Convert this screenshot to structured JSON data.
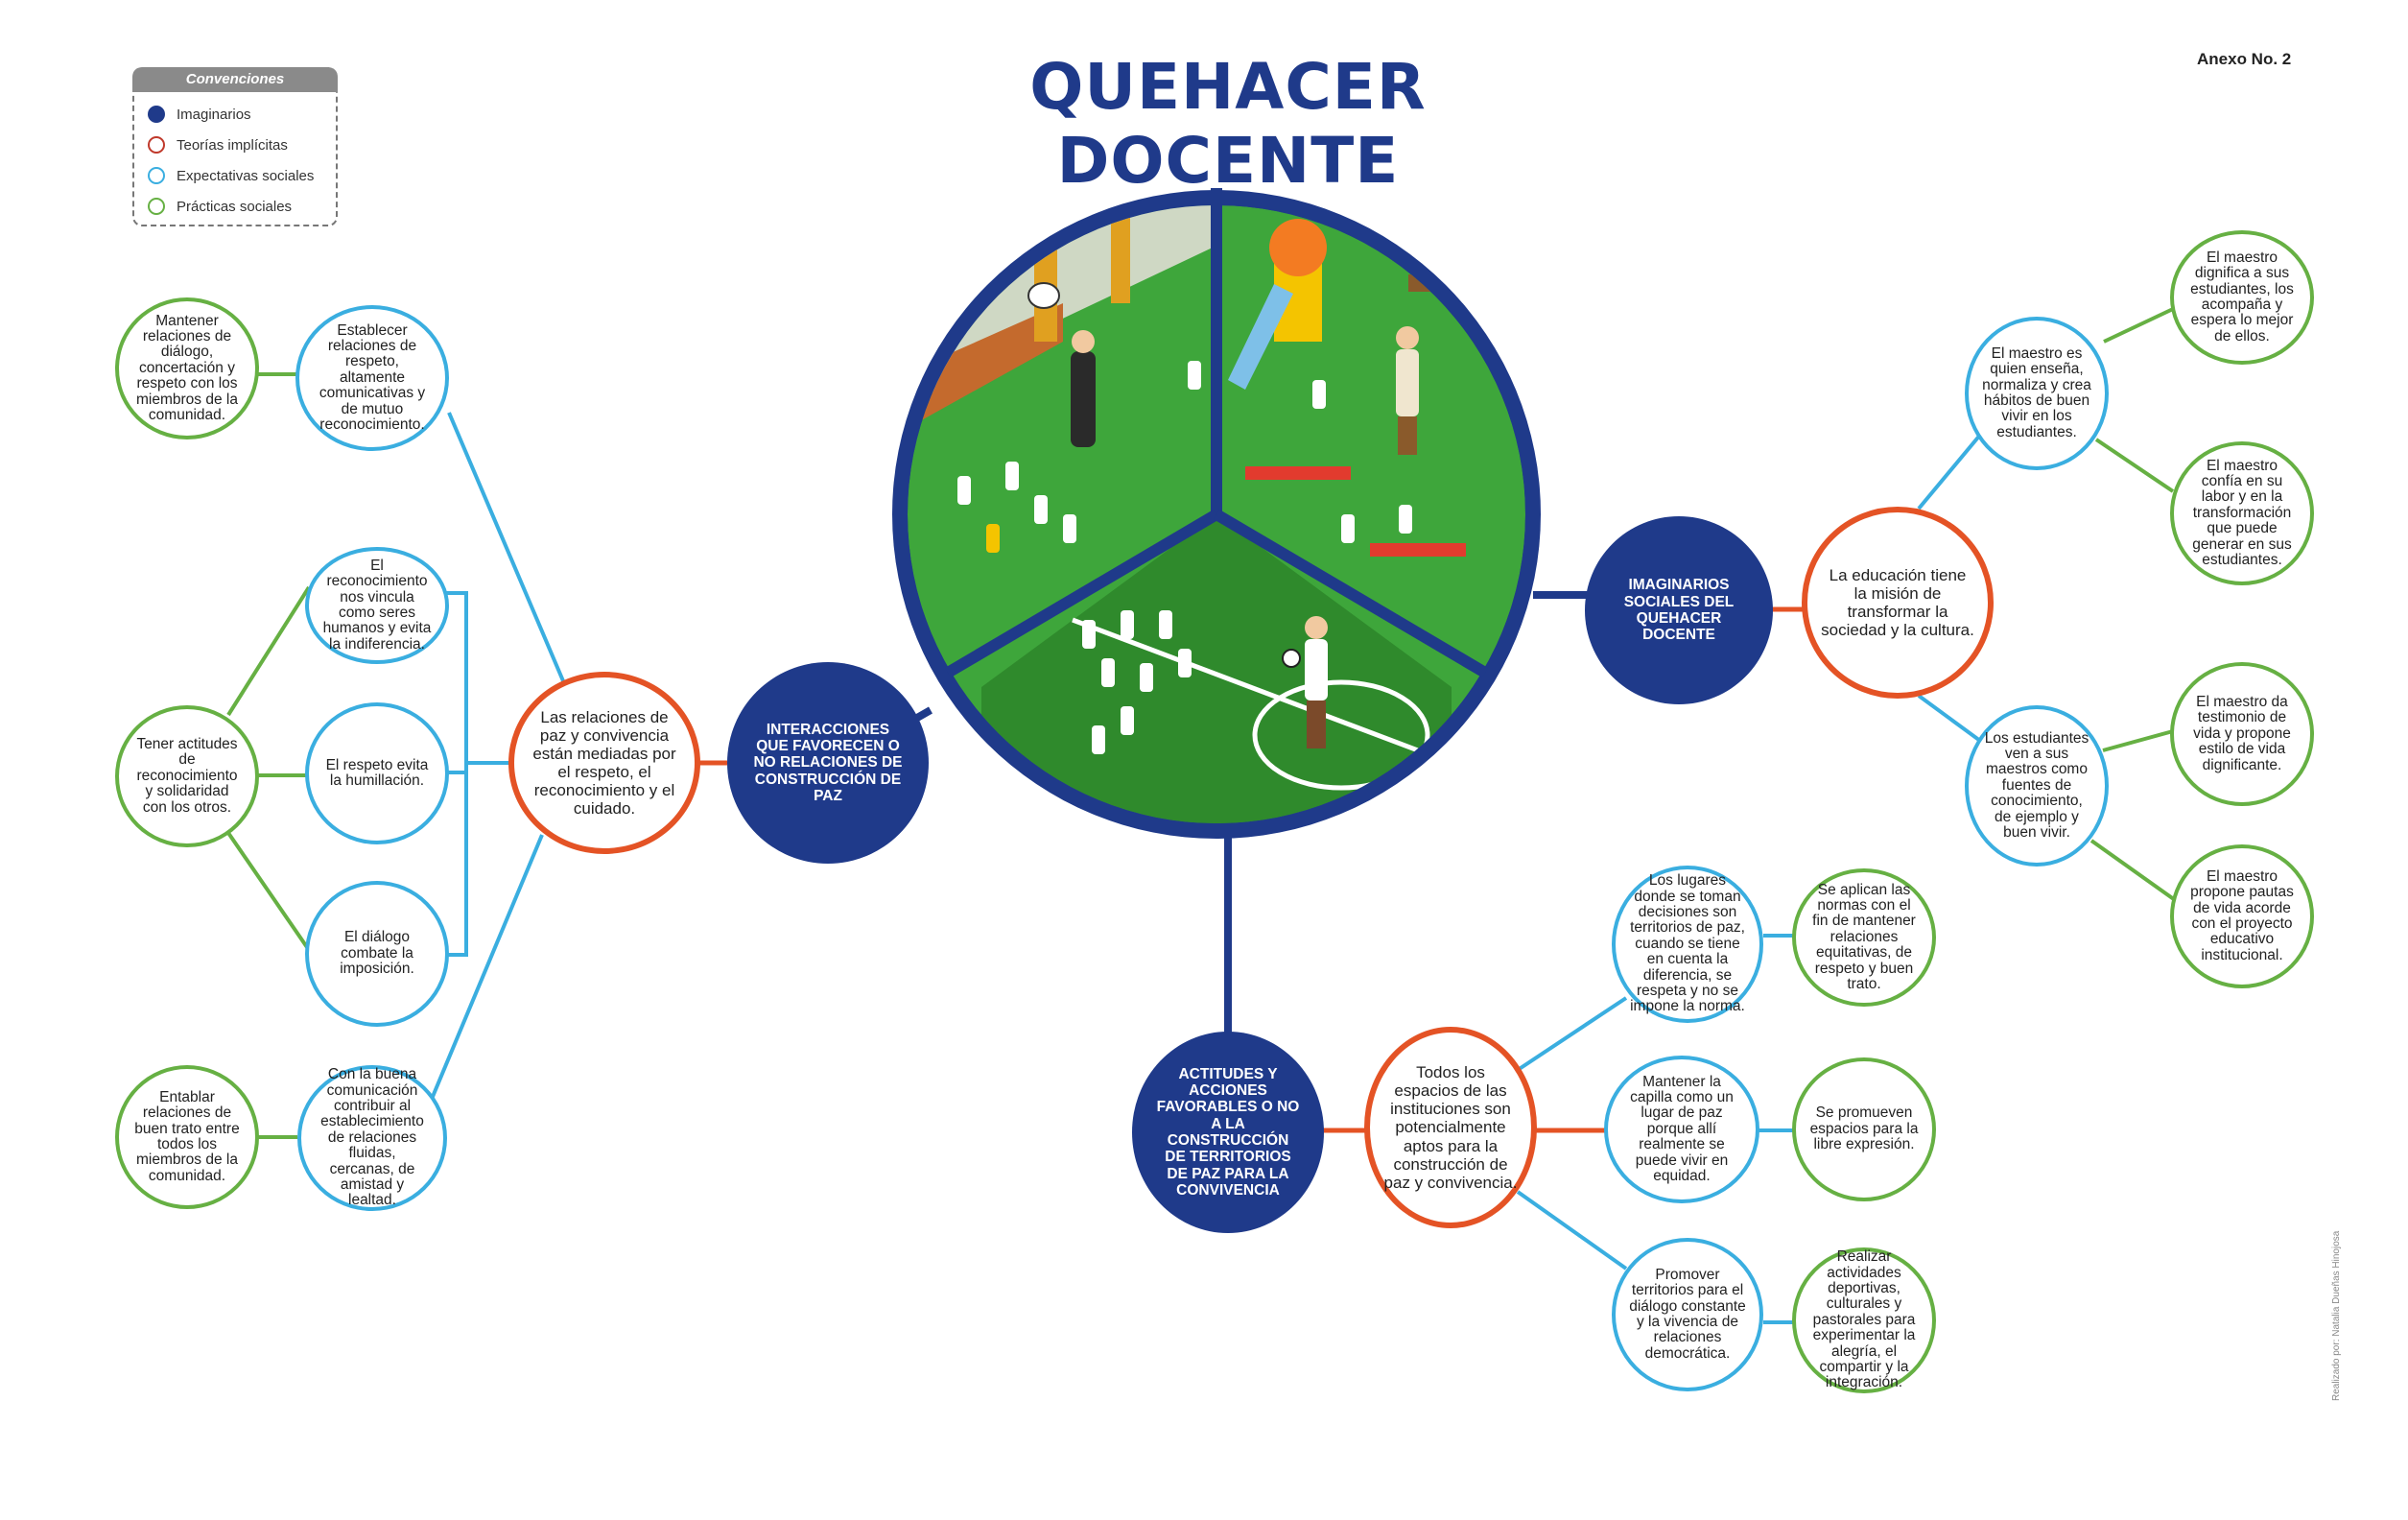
{
  "title": "QUEHACER DOCENTE",
  "annex": "Anexo No. 2",
  "credit": "Realizado por: Natalia Dueñas Hinojosa",
  "legend": {
    "title": "Convenciones",
    "items": [
      {
        "label": "Imaginarios",
        "style": "filled",
        "color": "#1f3a8a"
      },
      {
        "label": "Teorías implícitas",
        "style": "ring",
        "color": "#c0392b"
      },
      {
        "label": "Expectativas sociales",
        "style": "ring",
        "color": "#3aaee0"
      },
      {
        "label": "Prácticas sociales",
        "style": "ring",
        "color": "#66b043"
      }
    ]
  },
  "colors": {
    "imaginarios": "#1f3a8a",
    "teorias": "#e45325",
    "expectativas": "#3aaee0",
    "practicas": "#66b043",
    "grass": "#3ea63b",
    "hub_ring": "#1f3a8a"
  },
  "nodes": {
    "hub_imaginarios": "IMAGINARIOS SOCIALES DEL QUEHACER DOCENTE",
    "hub_interacciones": "INTERACCIONES QUE FAVORECEN O NO RELACIONES DE CONSTRUCCIÓN DE PAZ",
    "hub_actitudes": "ACTITUDES Y ACCIONES FAVORABLES O NO A LA CONSTRUCCIÓN DE TERRITORIOS DE PAZ PARA LA CONVIVENCIA",
    "teoria_educacion": "La educación tiene la misión de transformar la sociedad y la cultura.",
    "teoria_relaciones": "Las relaciones de paz y convivencia están mediadas por el respeto, el reconocimiento y el cuidado.",
    "teoria_espacios": "Todos los espacios de las instituciones son potencialmente aptos para la construcción de paz y convivencia.",
    "exp_maestro_ensena": "El maestro es quien enseña, normaliza y crea hábitos de buen vivir en los estudiantes.",
    "exp_estudiantes_ven": "Los estudiantes ven a sus maestros como fuentes de conocimiento, de ejemplo y buen vivir.",
    "exp_establecer": "Establecer relaciones de respeto, altamente comunicativas y de mutuo reconocimiento.",
    "exp_reconocimiento": "El reconocimiento nos vincula como seres humanos y evita la indiferencia.",
    "exp_respeto": "El respeto evita la humillación.",
    "exp_dialogo": "El diálogo combate la imposición.",
    "exp_comunicacion": "Con la buena comunicación contribuir al establecimiento de relaciones fluidas, cercanas, de amistad y lealtad.",
    "exp_lugares": "Los lugares donde se toman decisiones son territorios de paz, cuando se tiene en cuenta la diferencia, se respeta y no se impone la norma.",
    "exp_capilla": "Mantener la capilla como un lugar de paz porque allí realmente se puede vivir en equidad.",
    "exp_promover": "Promover territorios para el diálogo constante y la vivencia de relaciones democrática.",
    "prac_dignifica": "El maestro dignifica a sus estudiantes, los acompaña y espera lo mejor de ellos.",
    "prac_confia": "El maestro confía en su labor y en la transformación que puede generar en sus estudiantes.",
    "prac_testimonio": "El maestro da testimonio de vida y propone estilo de vida dignificante.",
    "prac_pautas": "El maestro propone pautas de vida acorde con el proyecto educativo institucional.",
    "prac_mantener": "Mantener relaciones de diálogo, concertación y respeto con los miembros de la comunidad.",
    "prac_actitudes": "Tener actitudes de reconocimiento y solidaridad con los otros.",
    "prac_entablar": "Entablar relaciones de buen trato entre todos los miembros de la comunidad.",
    "prac_normas": "Se aplican las normas con el fin de mantener relaciones equitativas, de respeto y buen trato.",
    "prac_espacios": "Se promueven espacios para la libre expresión.",
    "prac_actividades": "Realizar actividades deportivas, culturales y pastorales para experimentar la alegría, el compartir y la integración."
  }
}
